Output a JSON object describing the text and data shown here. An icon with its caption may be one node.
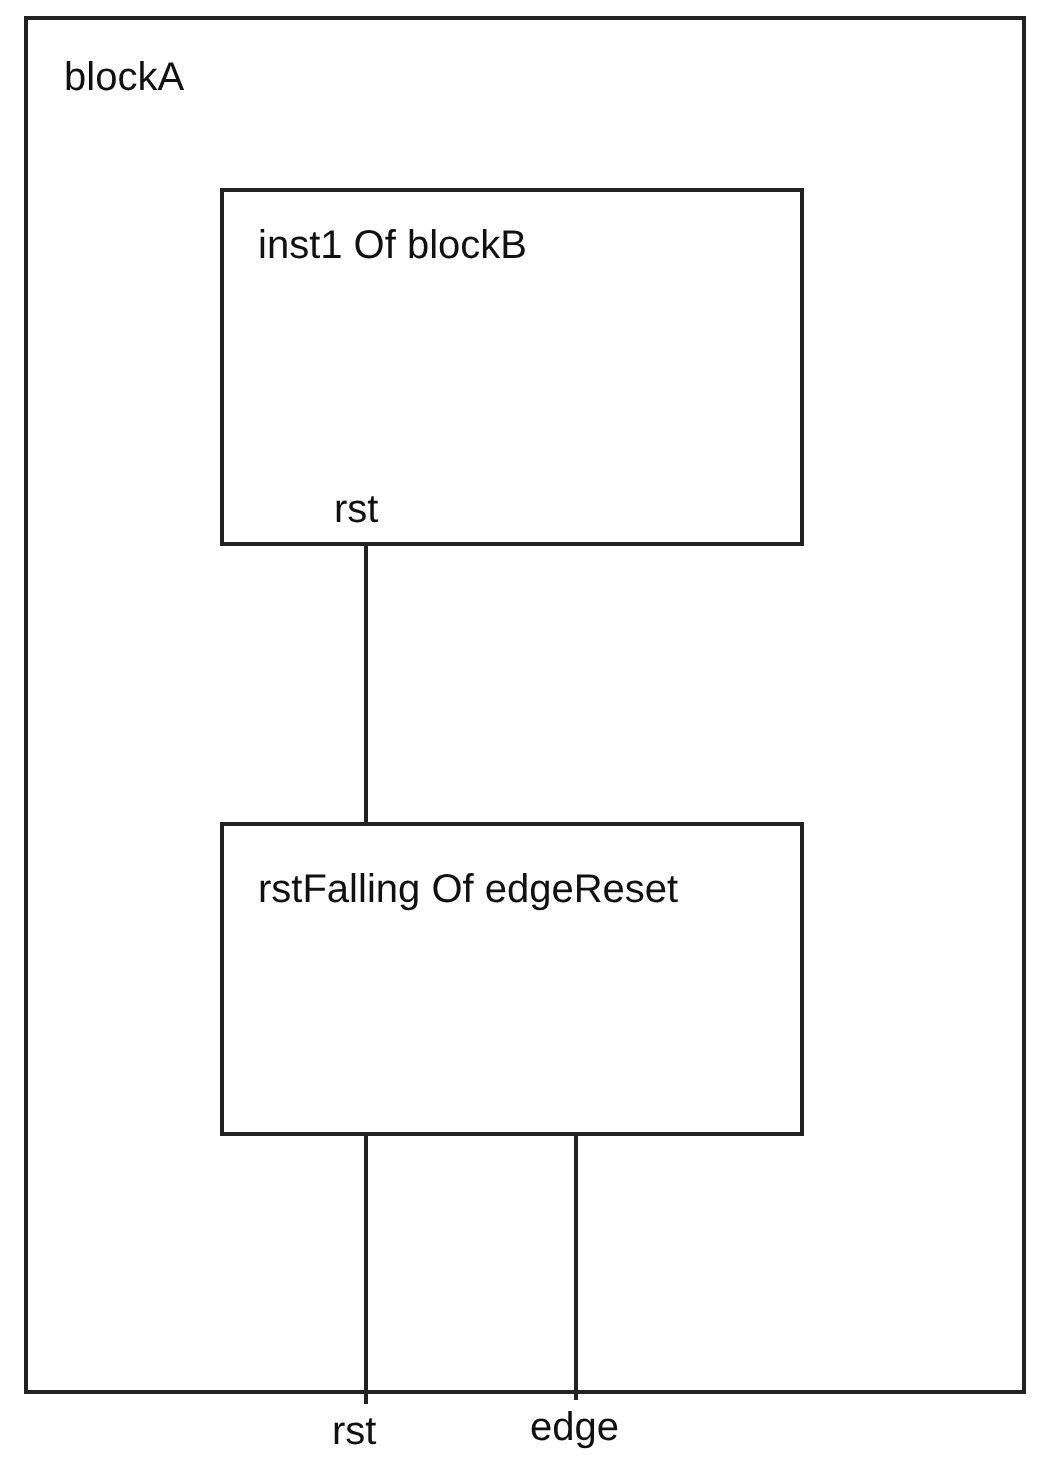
{
  "diagram": {
    "nodes": [
      {
        "text": [
          "blockA"
        ]
      },
      {
        "text": [
          "inst1 Of blockB",
          "rst"
        ],
        "in": 0
      },
      {
        "text": [
          "rstFalling Of edgeReset"
        ],
        "in": 0
      },
      {
        "text": [
          "rst"
        ]
      },
      {
        "text": [
          "edge"
        ]
      }
    ],
    "edges": [
      {
        "from": 1,
        "to": 2,
        "arrow": "none"
      },
      {
        "from": 2,
        "to": 3,
        "arrow": "none"
      },
      {
        "from": 2,
        "to": 4,
        "arrow": "none"
      }
    ]
  }
}
